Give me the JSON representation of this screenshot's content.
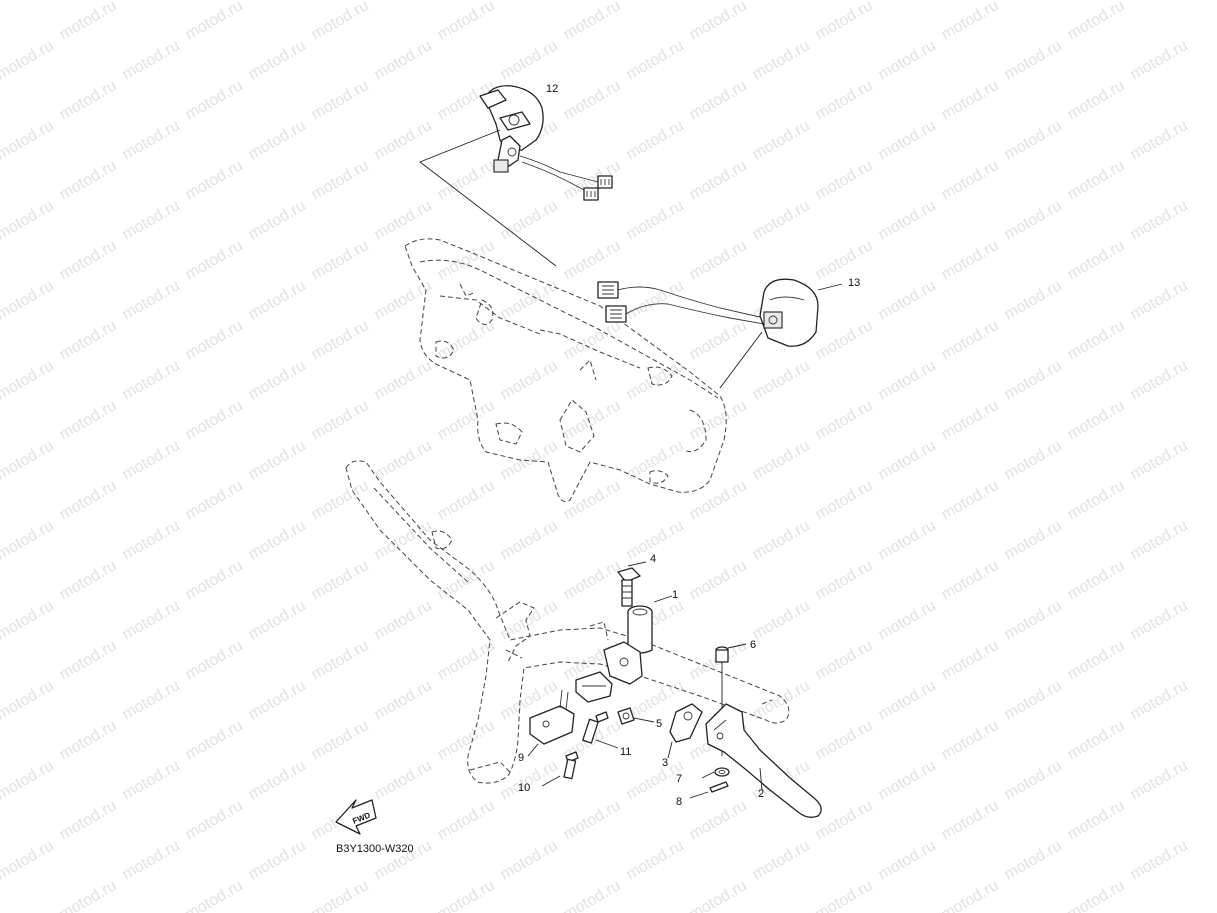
{
  "diagram": {
    "code": "B3Y1300-W320",
    "watermark": "motod.ru",
    "fwd_label": "FWD",
    "callouts": [
      {
        "id": "1",
        "label": "1"
      },
      {
        "id": "2",
        "label": "2"
      },
      {
        "id": "3",
        "label": "3"
      },
      {
        "id": "4",
        "label": "4"
      },
      {
        "id": "5",
        "label": "5"
      },
      {
        "id": "6",
        "label": "6"
      },
      {
        "id": "7",
        "label": "7"
      },
      {
        "id": "8",
        "label": "8"
      },
      {
        "id": "9",
        "label": "9"
      },
      {
        "id": "10",
        "label": "10"
      },
      {
        "id": "11",
        "label": "11"
      },
      {
        "id": "12",
        "label": "12"
      },
      {
        "id": "13",
        "label": "13"
      }
    ]
  }
}
